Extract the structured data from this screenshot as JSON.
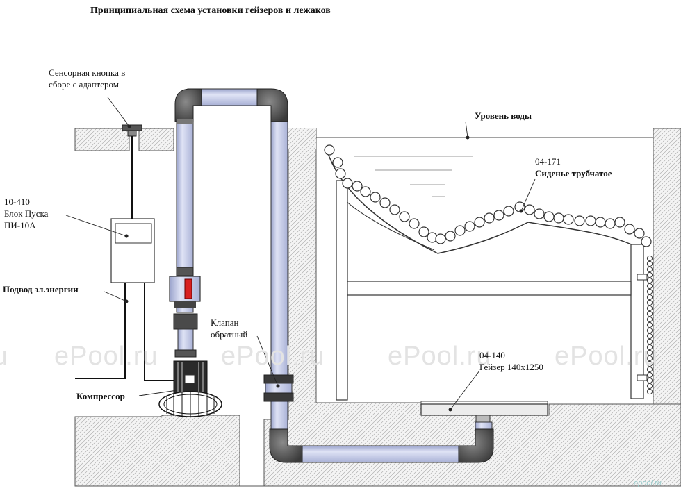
{
  "title": "Принципиальная схема установки гейзеров и лежаков",
  "labels": {
    "sensor_line1": "Сенсорная кнопка в",
    "sensor_line2": "сборе с адаптером",
    "start_unit_line1": "10-410",
    "start_unit_line2": "Блок Пуска",
    "start_unit_line3": "ПИ-10А",
    "power_supply": "Подвод эл.энергии",
    "check_valve_line1": "Клапан",
    "check_valve_line2": "обратный",
    "compressor": "Компрессор",
    "water_level": "Уровень воды",
    "seat_line1": "04-171",
    "seat_line2": "Сиденье трубчатое",
    "geyser_line1": "04-140",
    "geyser_line2": "Гейзер 140х1250"
  },
  "watermarks": [
    "u",
    "ePool.ru",
    "ePool.ru",
    "ePool.ru",
    "ePool.ru"
  ],
  "watermark_small": "epool.ru",
  "colors": {
    "pipe_fill": "#c4cbe8",
    "pipe_dark": "#505050",
    "valve_red": "#d82020",
    "hatch": "#b0b0b0"
  }
}
